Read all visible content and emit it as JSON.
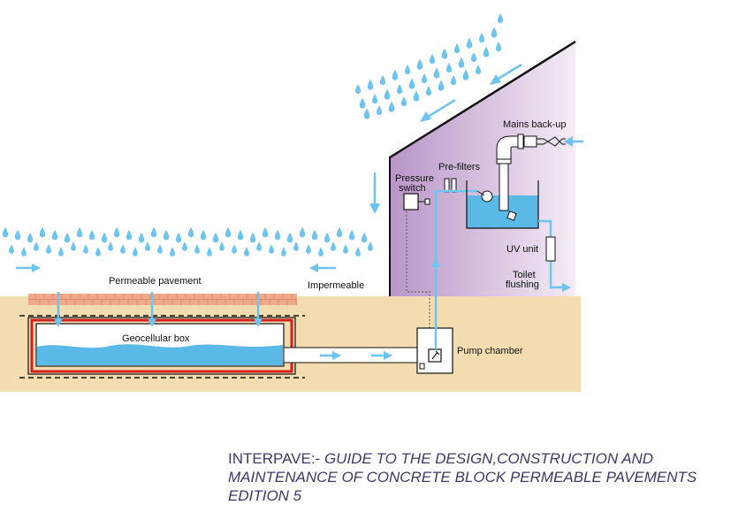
{
  "labels": {
    "mains_backup": "Mains back-up",
    "pre_filters": "Pre-filters",
    "pressure_switch_1": "Pressure",
    "pressure_switch_2": "switch",
    "uv_unit": "UV unit",
    "toilet_flushing_1": "Toilet",
    "toilet_flushing_2": "flushing",
    "permeable_pavement": "Permeable pavement",
    "impermeable": "Impermeable",
    "geocellular_box": "Geocellular box",
    "pump_chamber": "Pump chamber"
  },
  "caption": {
    "source": "INTERPAVE:- ",
    "title": "GUIDE TO THE DESIGN,CONSTRUCTION AND MAINTENANCE OF CONCRETE BLOCK PERMEABLE PAVEMENTS EDITION 5"
  },
  "colors": {
    "ground": "#f2dcb0",
    "water": "#5ab9e6",
    "arrow": "#6cc4ef",
    "wall_purple": "#c9a8d4",
    "pavers": "#f0a98a",
    "membrane": "#d21f1f"
  }
}
